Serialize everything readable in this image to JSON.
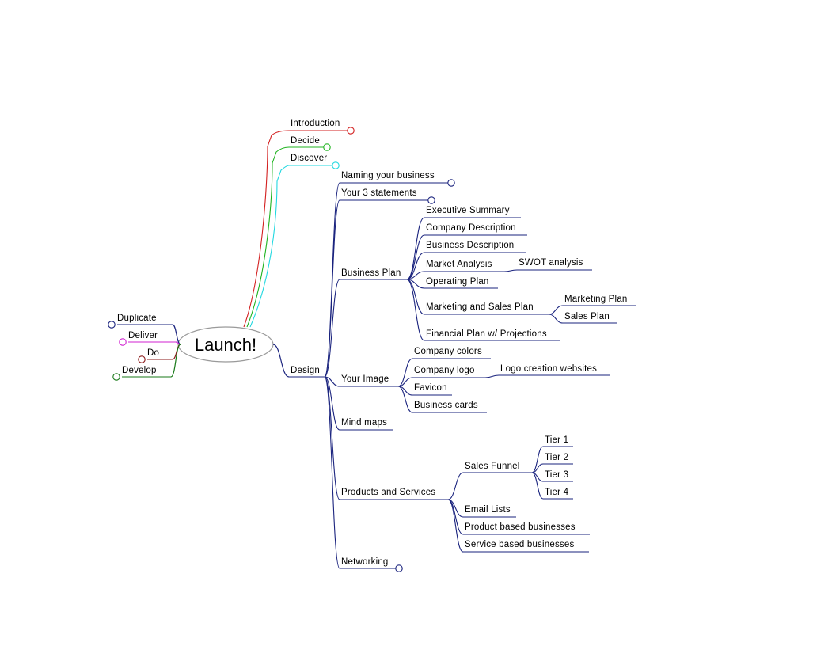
{
  "central_topic": "Launch!",
  "colors": {
    "introduction": "#d32020",
    "decide": "#22b422",
    "discover": "#22d8e0",
    "design": "#1a237e",
    "duplicate": "#1a237e",
    "deliver": "#d020d0",
    "do": "#8b1a1a",
    "develop": "#1a7a1a",
    "central_border": "#9a9a9a"
  },
  "left_branches": [
    {
      "label": "Duplicate",
      "color_key": "duplicate",
      "collapsed": true
    },
    {
      "label": "Deliver",
      "color_key": "deliver",
      "collapsed": true
    },
    {
      "label": "Do",
      "color_key": "do",
      "collapsed": true
    },
    {
      "label": "Develop",
      "color_key": "develop",
      "collapsed": true
    }
  ],
  "right_branches": [
    {
      "label": "Introduction",
      "color_key": "introduction",
      "collapsed": true
    },
    {
      "label": "Decide",
      "color_key": "decide",
      "collapsed": true
    },
    {
      "label": "Discover",
      "color_key": "discover",
      "collapsed": true
    },
    {
      "label": "Design",
      "color_key": "design",
      "children": [
        {
          "label": "Naming your business",
          "collapsed": true
        },
        {
          "label": "Your 3 statements",
          "collapsed": true
        },
        {
          "label": "Business Plan",
          "children": [
            {
              "label": "Executive Summary"
            },
            {
              "label": "Company Description"
            },
            {
              "label": "Business Description"
            },
            {
              "label": "Market Analysis",
              "children": [
                {
                  "label": "SWOT analysis"
                }
              ]
            },
            {
              "label": "Operating Plan"
            },
            {
              "label": "Marketing and Sales Plan",
              "children": [
                {
                  "label": "Marketing Plan"
                },
                {
                  "label": "Sales Plan"
                }
              ]
            },
            {
              "label": "Financial Plan w/ Projections"
            }
          ]
        },
        {
          "label": "Your Image",
          "children": [
            {
              "label": "Company colors"
            },
            {
              "label": "Company logo",
              "children": [
                {
                  "label": "Logo creation websites"
                }
              ]
            },
            {
              "label": "Favicon"
            },
            {
              "label": "Business cards"
            }
          ]
        },
        {
          "label": "Mind maps"
        },
        {
          "label": "Products and Services",
          "children": [
            {
              "label": "Sales Funnel",
              "children": [
                {
                  "label": "Tier 1"
                },
                {
                  "label": "Tier 2"
                },
                {
                  "label": "Tier 3"
                },
                {
                  "label": "Tier 4"
                }
              ]
            },
            {
              "label": "Email Lists"
            },
            {
              "label": "Product based businesses"
            },
            {
              "label": "Service based businesses"
            }
          ]
        },
        {
          "label": "Networking",
          "collapsed": true
        }
      ]
    }
  ]
}
